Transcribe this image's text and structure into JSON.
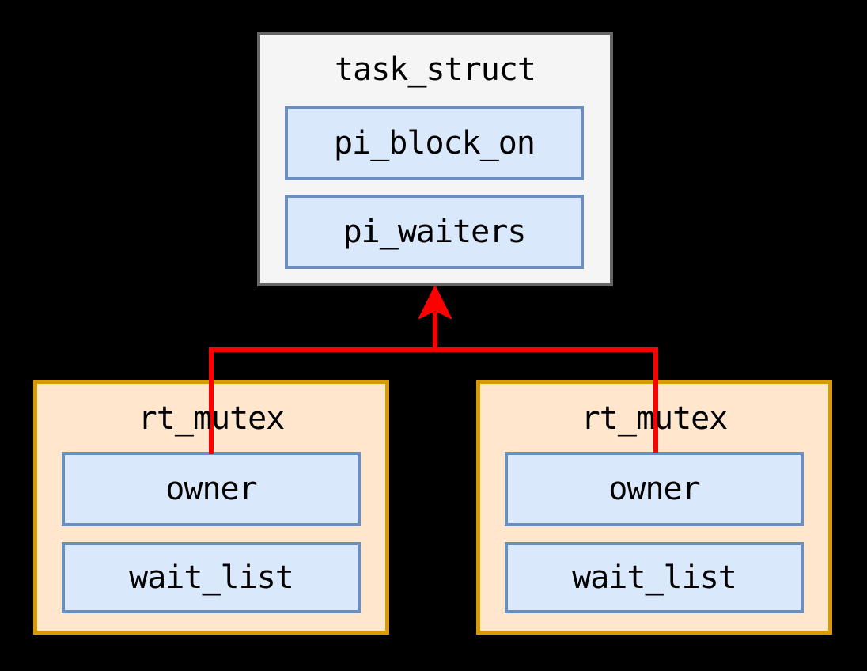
{
  "diagram": {
    "background_color": "#000000",
    "task_struct": {
      "title": "task_struct",
      "fields": [
        "pi_block_on",
        "pi_waiters"
      ]
    },
    "rt_mutex_left": {
      "title": "rt_mutex",
      "fields": [
        "owner",
        "wait_list"
      ]
    },
    "rt_mutex_right": {
      "title": "rt_mutex",
      "fields": [
        "owner",
        "wait_list"
      ]
    },
    "connections": [
      {
        "from": "rt_mutex_left.owner",
        "to": "task_struct",
        "style": "arrow-up"
      },
      {
        "from": "rt_mutex_right.owner",
        "to": "task_struct",
        "style": "arrow-up"
      }
    ],
    "colors": {
      "task_fill": "#f5f5f5",
      "task_border": "#666666",
      "field_fill": "#dae8fc",
      "field_border": "#6c8ebf",
      "mutex_fill": "#ffe6cc",
      "mutex_border": "#d79b00",
      "arrow": "#ff0000",
      "text": "#000000"
    }
  }
}
